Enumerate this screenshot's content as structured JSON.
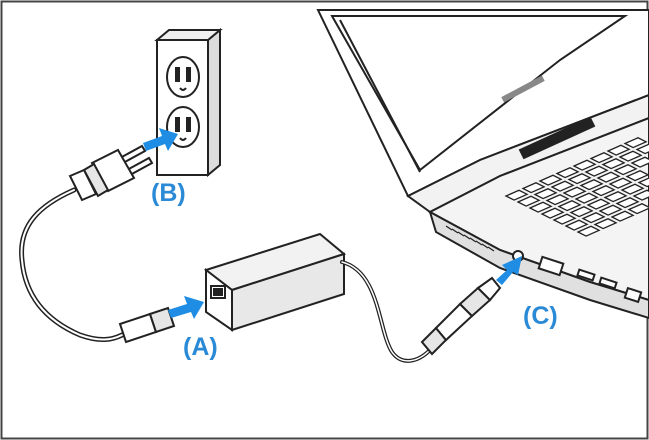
{
  "labels": {
    "outlet": "(B)",
    "adapter": "(A)",
    "laptop": "(C)"
  },
  "colors": {
    "label": "#2b8ad6",
    "arrow": "#1e8de3",
    "line": "#222222",
    "fill_light": "#ffffff",
    "fill_gray": "#e6e6e6"
  },
  "icons": [
    "wall-outlet-icon",
    "power-plug-icon",
    "ac-adapter-icon",
    "laptop-icon",
    "dc-connector-icon",
    "insert-arrow-icon"
  ]
}
